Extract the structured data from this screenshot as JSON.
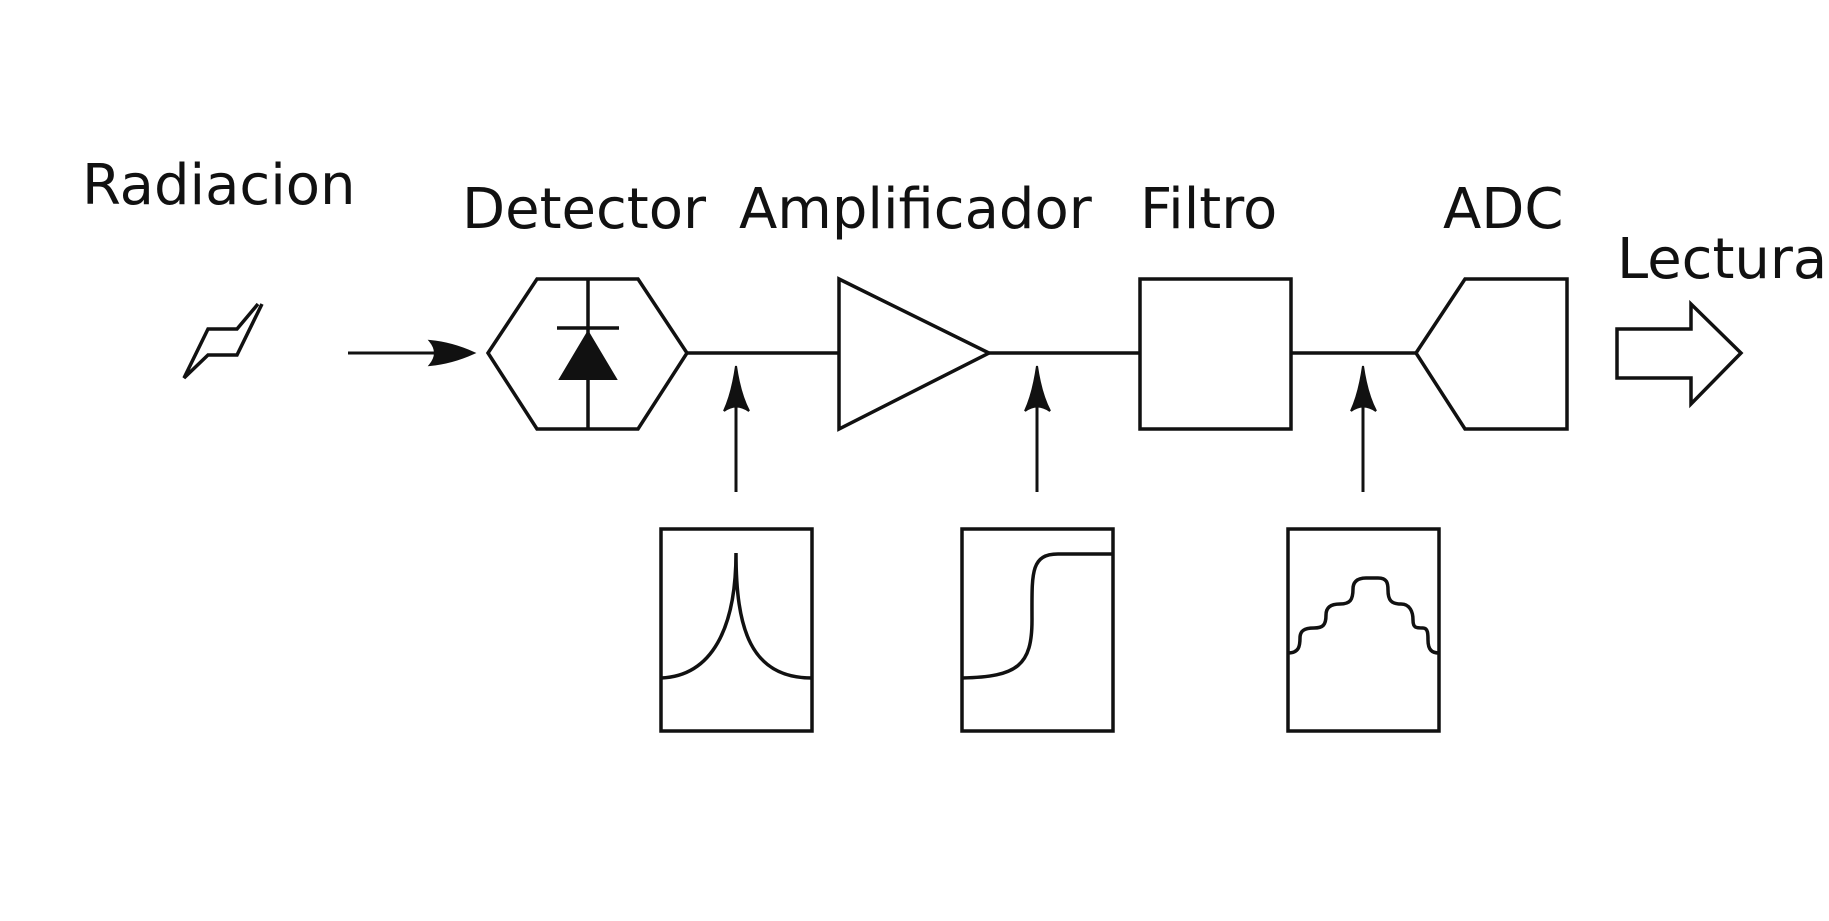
{
  "labels": {
    "radiation": "Radiacion",
    "detector": "Detector",
    "amplifier": "Amplificador",
    "filter": "Filtro",
    "adc": "ADC",
    "readout": "Lectura"
  },
  "colors": {
    "ink": "#111111",
    "background": "#ffffff"
  },
  "icons": {
    "radiation": "lightning-bolt-icon",
    "detector": "photodiode-hexagon",
    "amplifier": "amplifier-triangle",
    "filter": "filter-box",
    "adc": "adc-pentagon",
    "readout": "hollow-arrow-icon"
  }
}
